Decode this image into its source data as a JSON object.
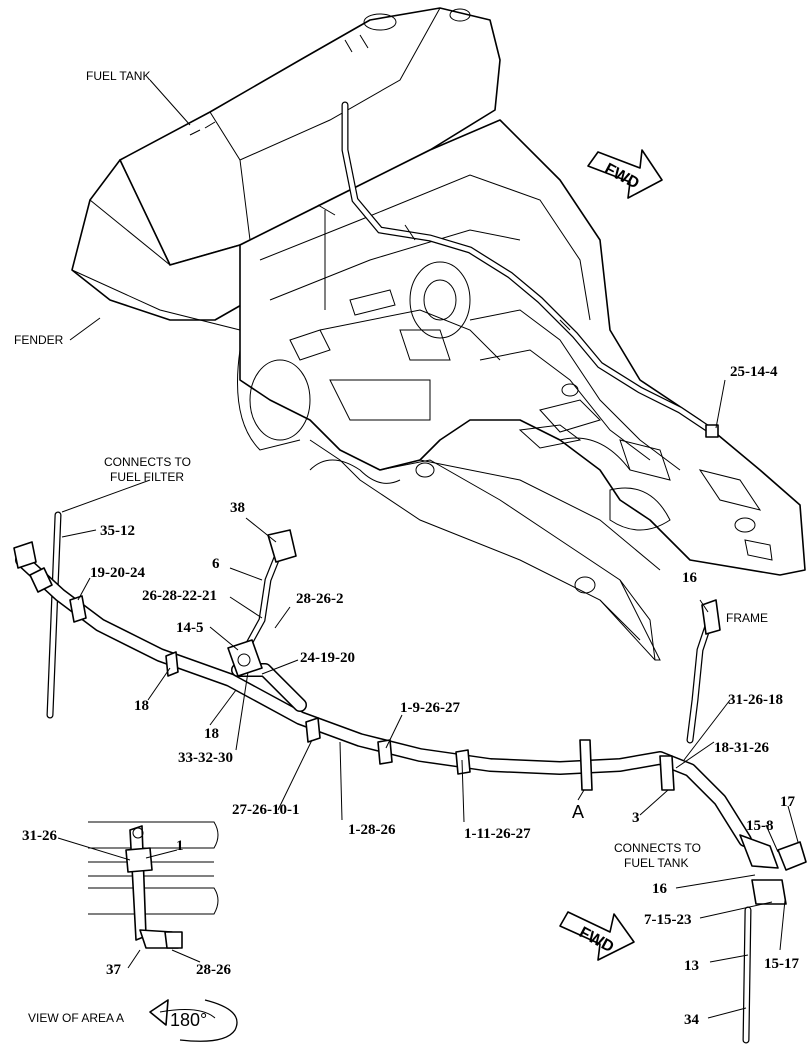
{
  "labels": {
    "fuel_tank": "FUEL TANK",
    "fender": "FENDER",
    "frame": "FRAME",
    "connects_fuel_filter_1": "CONNECTS TO",
    "connects_fuel_filter_2": "FUEL FILTER",
    "connects_fuel_tank_1": "CONNECTS TO",
    "connects_fuel_tank_2": "FUEL TANK",
    "fwd_top": "FWD",
    "fwd_bottom": "FWD",
    "area_a": "A",
    "view_of_area": "VIEW OF AREA  A",
    "rotation": "180°"
  },
  "callouts": {
    "c_25_14_4": "25-14-4",
    "c_35_12": "35-12",
    "c_38": "38",
    "c_19_20_24": "19-20-24",
    "c_6": "6",
    "c_26_28_22_21": "26-28-22-21",
    "c_28_26_2": "28-26-2",
    "c_14_5": "14-5",
    "c_24_19_20": "24-19-20",
    "c_16_top": "16",
    "c_18_a": "18",
    "c_18_b": "18",
    "c_33_32_30": "33-32-30",
    "c_1_9_26_27": "1-9-26-27",
    "c_31_26_18": "31-26-18",
    "c_18_31_26": "18-31-26",
    "c_27_26_10_1": "27-26-10-1",
    "c_1_28_26": "1-28-26",
    "c_1_11_26_27": "1-11-26-27",
    "c_3": "3",
    "c_17": "17",
    "c_15_8": "15-8",
    "c_31_26": "31-26",
    "c_1": "1",
    "c_16_bottom": "16",
    "c_7_15_23": "7-15-23",
    "c_13": "13",
    "c_15_17": "15-17",
    "c_37": "37",
    "c_28_26": "28-26",
    "c_34": "34"
  }
}
